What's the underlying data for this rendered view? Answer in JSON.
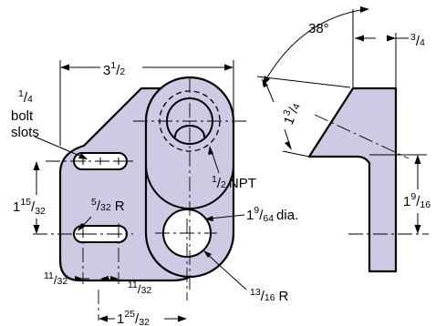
{
  "labels": {
    "overall_width": {
      "whole": "3",
      "num": "1",
      "den": "2"
    },
    "bolt_slots": {
      "num": "1",
      "den": "4",
      "line1": "bolt",
      "line2": "slots"
    },
    "npt": {
      "num": "1",
      "den": "2",
      "unit": "NPT"
    },
    "slot_spacing": {
      "whole": "1",
      "num": "15",
      "den": "32"
    },
    "slot_radius": {
      "num": "5",
      "den": "32",
      "unit": "R"
    },
    "hole_dia": {
      "whole": "1",
      "num": "9",
      "den": "64",
      "unit": "dia."
    },
    "slot_left": {
      "num": "11",
      "den": "32"
    },
    "slot_right": {
      "num": "11",
      "den": "32"
    },
    "hole_radius": {
      "num": "13",
      "den": "16",
      "unit": "R"
    },
    "hole_offset": {
      "whole": "1",
      "num": "25",
      "den": "32"
    },
    "angle": "38°",
    "top_width": {
      "num": "3",
      "den": "4"
    },
    "side_length": {
      "whole": "1",
      "num": "3",
      "den": "4"
    },
    "side_height": {
      "whole": "1",
      "num": "9",
      "den": "16"
    }
  },
  "colors": {
    "part_fill": "#cfc9e3",
    "line": "#000000"
  }
}
